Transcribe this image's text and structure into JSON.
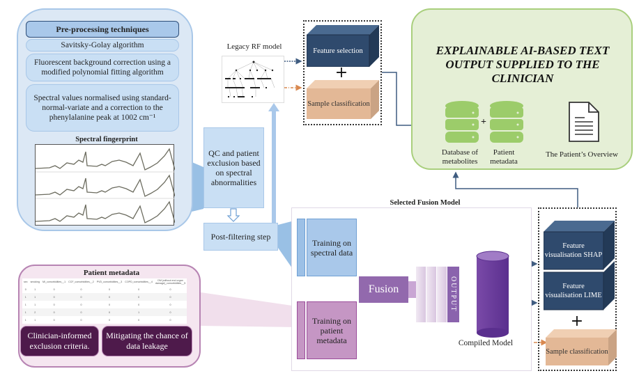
{
  "preprocessing": {
    "title": "Pre-processing techniques",
    "steps": [
      "Savitsky-Golay algorithm",
      "Fluorescent background correction using a modified polynomial fitting algorithm",
      "Spectral values normalised using standard-normal-variate and a correction to the phenylalanine peak at 1002 cm⁻¹"
    ],
    "fingerprint_title": "Spectral fingerprint"
  },
  "qc": {
    "label": "QC and patient exclusion based on spectral abnormalities",
    "post_filter": "Post-filtering step"
  },
  "legacy": {
    "label": "Legacy RF model",
    "feature_selection": "Feature selection",
    "plus": "+",
    "sample_classification": "Sample classification"
  },
  "output_panel": {
    "title": "EXPLAINABLE AI-BASED TEXT OUTPUT SUPPLIED TO THE CLINICIAN",
    "db_metabolites": "Database of metabolites",
    "plus": "+",
    "patient_metadata": "Patient metadata",
    "overview": "The Patient’s Overview"
  },
  "fusion": {
    "title": "Selected Fusion Model",
    "train_spectral": "Training on spectral data",
    "train_metadata": "Training on patient metadata",
    "fusion_label": "Fusion",
    "output_label": "OUTPUT",
    "compiled_model": "Compiled Model"
  },
  "explain": {
    "shap": "Feature visualisation SHAP",
    "lime": "Feature visualisation LIME",
    "plus": "+",
    "sample_classification": "Sample classification"
  },
  "metadata_panel": {
    "title": "Patient metadata",
    "table": {
      "headers": [
        "sex",
        "smoking",
        "MI_comorbidities__1",
        "CCF_comorbidities__2",
        "PVD_comorbidities__3",
        "COPD_comorbidities__4",
        "DM (without end organ damage)_comorbidities__5"
      ],
      "rows": [
        [
          "0",
          "1",
          "0",
          "0",
          "0",
          "0",
          "0"
        ],
        [
          "1",
          "1",
          "0",
          "0",
          "0",
          "0",
          "0"
        ],
        [
          "1",
          "1",
          "0",
          "0",
          "0",
          "0",
          "0"
        ],
        [
          "1",
          "2",
          "0",
          "0",
          "0",
          "1",
          "0"
        ],
        [
          "1",
          "1",
          "0",
          "0",
          "0",
          "0",
          "0"
        ]
      ]
    },
    "exclusion": "Clinician-informed exclusion criteria.",
    "leakage": "Mitigating the chance of data leakage"
  },
  "colors": {
    "blue_panel": "#dce8f5",
    "green_panel": "#e5efd6",
    "purple_panel": "#f5e6f0",
    "navy_cube": "#2f4a6d",
    "peach_cube": "#e3b896",
    "fusion_purple": "#9269ad",
    "dark_purple": "#4e1a4b"
  }
}
